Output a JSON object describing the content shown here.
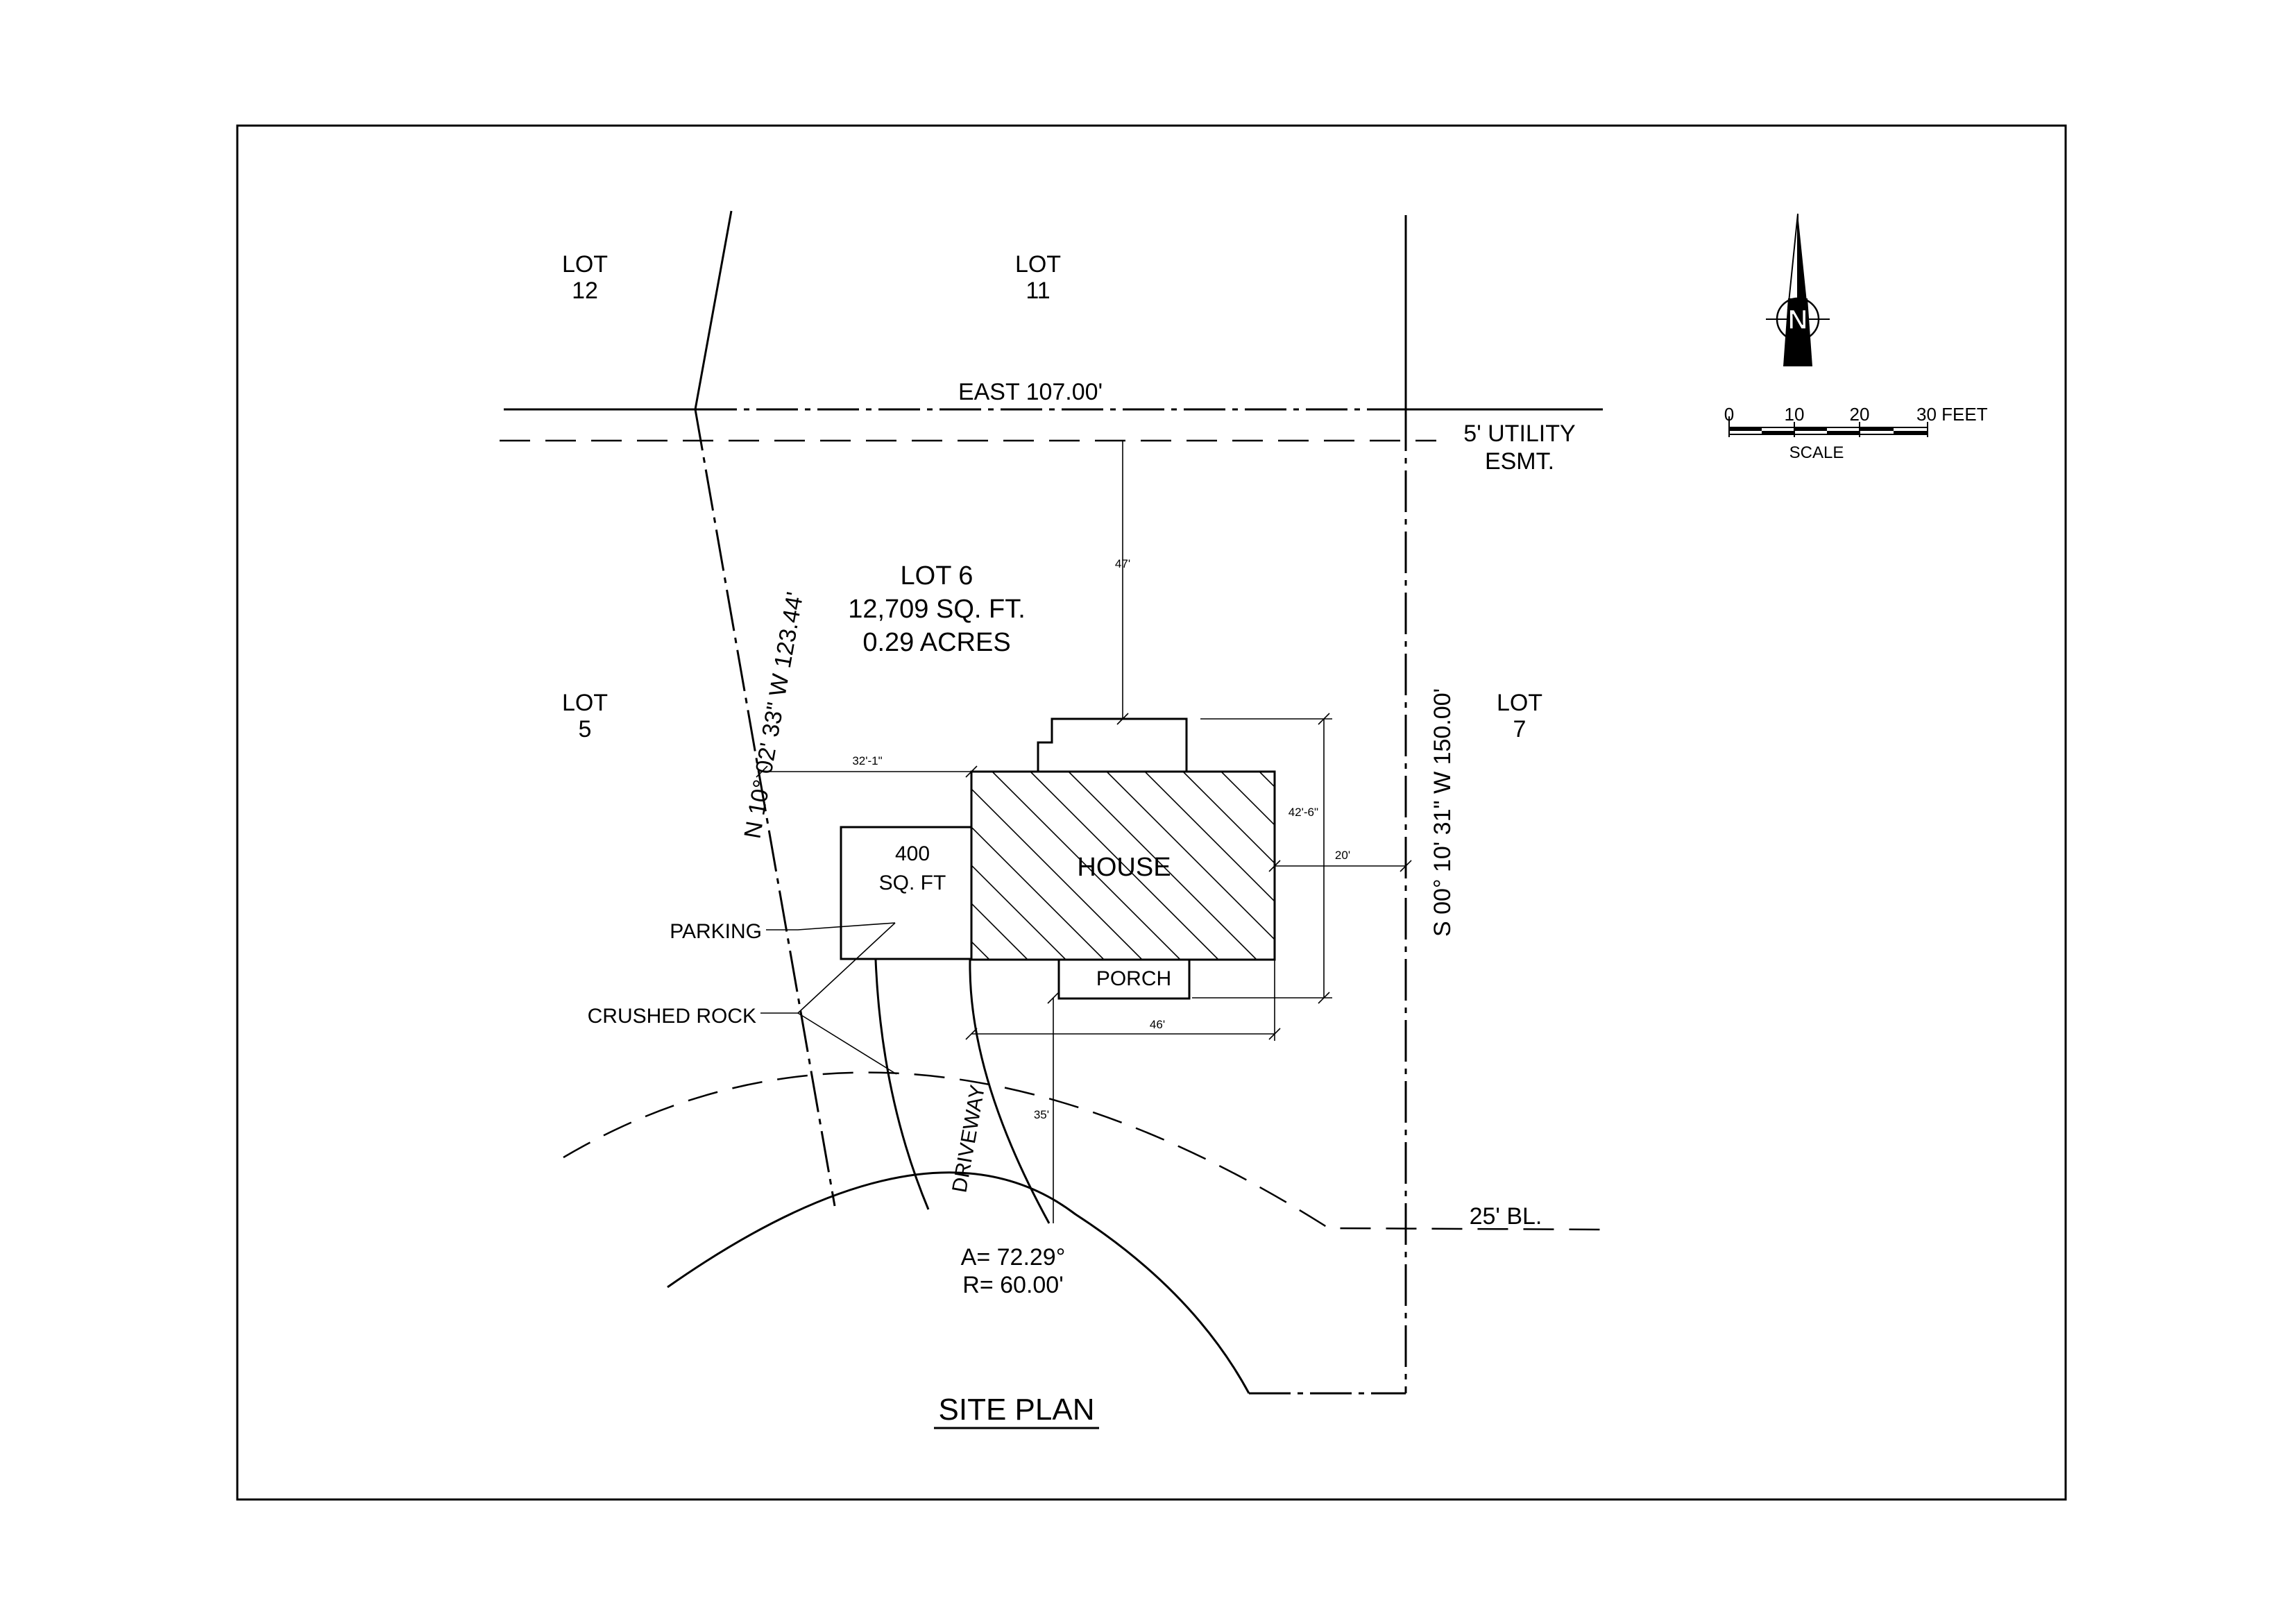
{
  "labels": {
    "lot12_a": "LOT",
    "lot12_b": "12",
    "lot11_a": "LOT",
    "lot11_b": "11",
    "lot5_a": "LOT",
    "lot5_b": "5",
    "lot7_a": "LOT",
    "lot7_b": "7",
    "lot6_name": "LOT 6",
    "lot6_area": "12,709 SQ. FT.",
    "lot6_acres": "0.29 ACRES",
    "north_boundary": "EAST 107.00'",
    "utility_a": "5' UTILITY",
    "utility_b": "ESMT.",
    "west_boundary": "N 10° 02' 33\" W   123.44'",
    "east_boundary": "S 00° 10' 31\" W   150.00'",
    "house": "HOUSE",
    "porch": "PORCH",
    "parking_area_a": "400",
    "parking_area_b": "SQ. FT",
    "parking": "PARKING",
    "crushed_rock": "CRUSHED ROCK",
    "driveway": "DRIVEWAY",
    "building_line": "25' BL.",
    "curve_a": "A= 72.29°",
    "curve_r": "R= 60.00'",
    "title": "SITE PLAN"
  },
  "dimensions": {
    "front_setback": "47'",
    "side_setback_west": "32'-1\"",
    "house_depth": "42'-6\"",
    "side_setback_east": "20'",
    "house_width": "46'",
    "rear_setback": "35'"
  },
  "north_arrow": {
    "letter": "N"
  },
  "scale_bar": {
    "ticks": [
      "0",
      "10",
      "20",
      "30 FEET"
    ],
    "label": "SCALE"
  }
}
